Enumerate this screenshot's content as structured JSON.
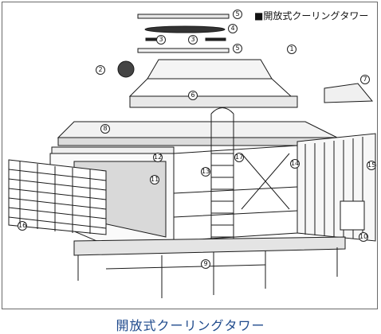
{
  "title": "■開放式クーリングタワー",
  "caption": "開放式クーリングタワー",
  "colors": {
    "line": "#1a1a1a",
    "caption": "#1f4a8c",
    "frame": "#6a6a6a"
  },
  "callouts": [
    "1",
    "2",
    "3",
    "3",
    "4",
    "5",
    "5",
    "6",
    "7",
    "8",
    "9",
    "10",
    "11",
    "12",
    "13",
    "14",
    "15",
    "16",
    "17"
  ]
}
